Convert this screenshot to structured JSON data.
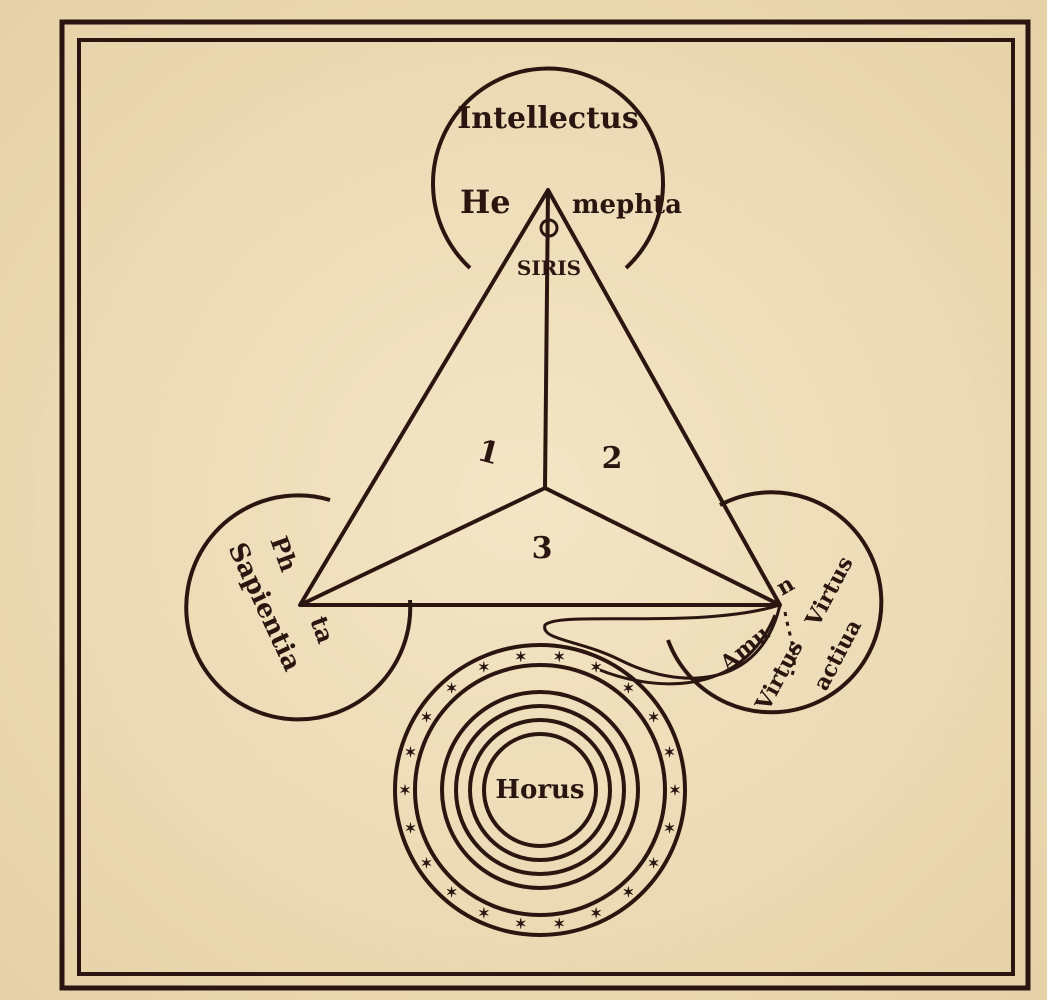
{
  "diagram": {
    "top_circle": {
      "label": "Intellectus",
      "name_left": "He",
      "name_right": "mephta"
    },
    "apex": {
      "symbol": "O",
      "label": "SIRIS"
    },
    "faces": [
      "1",
      "2",
      "3"
    ],
    "left_circle": {
      "label": "Sapientia",
      "name_left": "Ph",
      "name_right": "ta"
    },
    "right_circle": {
      "name_left": "Amu",
      "name_right": "n",
      "label_1": "Virtus",
      "label_2": "Virtus",
      "label_3": "actiua"
    },
    "bottom_circle": {
      "label": "Horus"
    },
    "colors": {
      "paper": "#efe0bd",
      "ink": "#2a1510"
    }
  }
}
